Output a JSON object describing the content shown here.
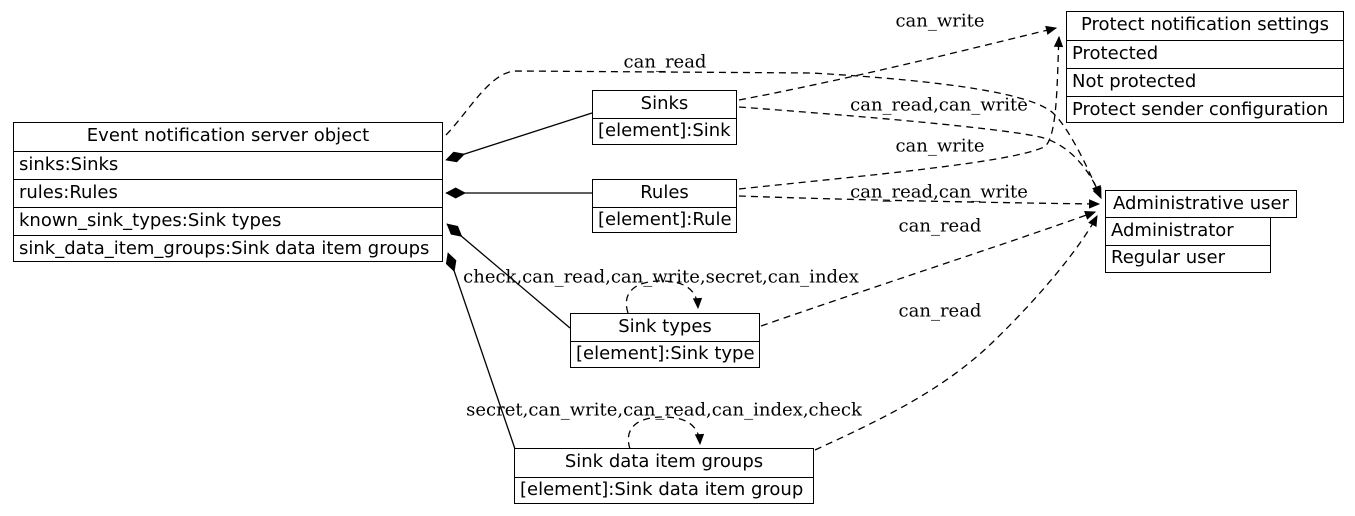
{
  "nodes": {
    "enso": {
      "title": "Event notification server object",
      "rows": [
        "sinks:Sinks",
        "rules:Rules",
        "known_sink_types:Sink types",
        "sink_data_item_groups:Sink data item groups"
      ]
    },
    "sinks": {
      "title": "Sinks",
      "rows": [
        "[element]:Sink"
      ]
    },
    "rules": {
      "title": "Rules",
      "rows": [
        "[element]:Rule"
      ]
    },
    "sink_types": {
      "title": "Sink types",
      "rows": [
        "[element]:Sink type"
      ]
    },
    "sink_data_item_groups": {
      "title": "Sink data item groups",
      "rows": [
        "[element]:Sink data item group"
      ]
    },
    "protect_notification_settings": {
      "title": "Protect notification settings",
      "rows": [
        "Protected",
        "Not protected",
        "Protect sender configuration"
      ]
    },
    "administrative_user": {
      "title": "Administrative user",
      "rows": [
        "Administrator",
        "Regular user"
      ]
    }
  },
  "edge_labels": {
    "enso_to_admin": "can_read",
    "sinks_to_protect": "can_write",
    "sinks_to_admin": "can_read,can_write",
    "rules_to_protect": "can_write",
    "rules_to_admin": "can_read,can_write",
    "sink_types_to_admin": "can_read",
    "sink_data_item_groups_to_admin": "can_read",
    "sink_types_self_loop": "check,can_read,can_write,secret,can_index",
    "sink_data_item_groups_self_loop": "secret,can_write,can_read,can_index,check"
  },
  "colors": {
    "stroke": "#000000",
    "background": "#ffffff"
  }
}
